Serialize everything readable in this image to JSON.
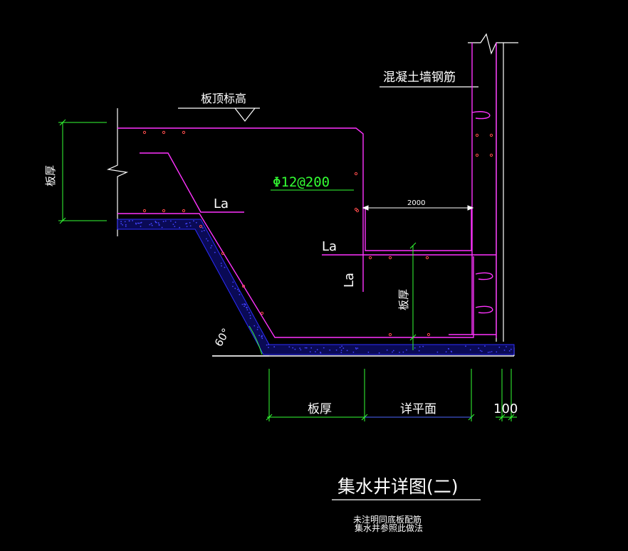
{
  "labels": {
    "wall_rebar": "混凝土墙钢筋",
    "slab_top_elevation": "板顶标高",
    "slab_thickness_left": "板厚",
    "rebar_spec": "Φ12@200",
    "anchor_la_upper": "La",
    "anchor_la_middle": "La",
    "anchor_la_vertical": "La",
    "dim_2000": "2000",
    "slab_thickness_pit": "板厚",
    "angle": "60°",
    "dim_bottom_left": "板厚",
    "dim_bottom_mid": "详平面",
    "dim_bottom_right": "100",
    "title": "集水井详图(二)",
    "note_line1": "未注明同底板配筋",
    "note_line2": "集水井参照此做法"
  },
  "colors": {
    "background": "#000000",
    "rebar": "#ff33ff",
    "dimension": "#33ff33",
    "outline": "#ffffff",
    "concrete": "#2d2dff",
    "rebar_dot": "#ff4d4d"
  }
}
